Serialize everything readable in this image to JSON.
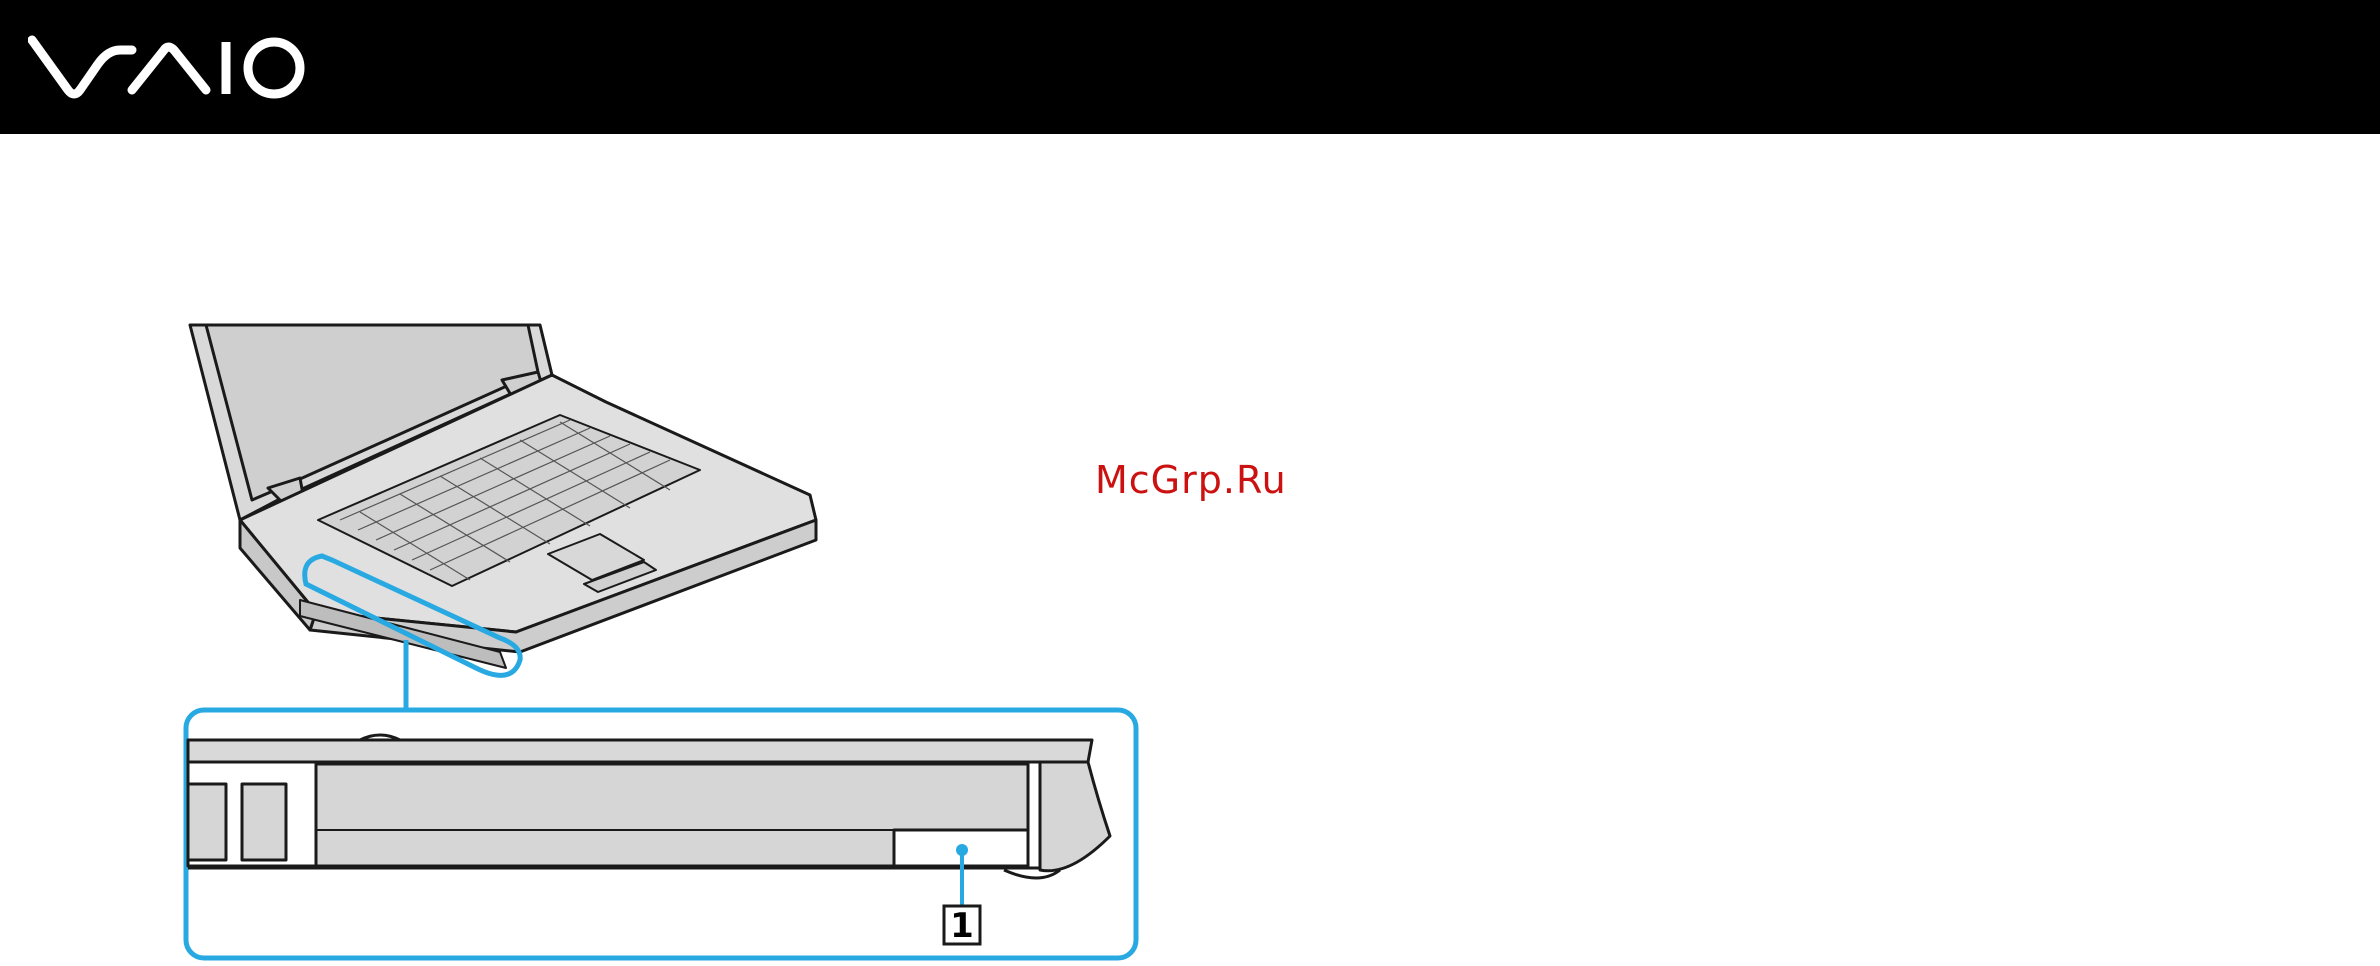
{
  "header": {
    "logo_text": "VAIO"
  },
  "watermark": {
    "text": "McGrp.Ru"
  },
  "figure": {
    "callouts": [
      {
        "label": "1"
      }
    ],
    "colors": {
      "highlight": "#29a9e1",
      "body_fill": "#d6d6d6",
      "outline": "#1a1a1a"
    }
  }
}
